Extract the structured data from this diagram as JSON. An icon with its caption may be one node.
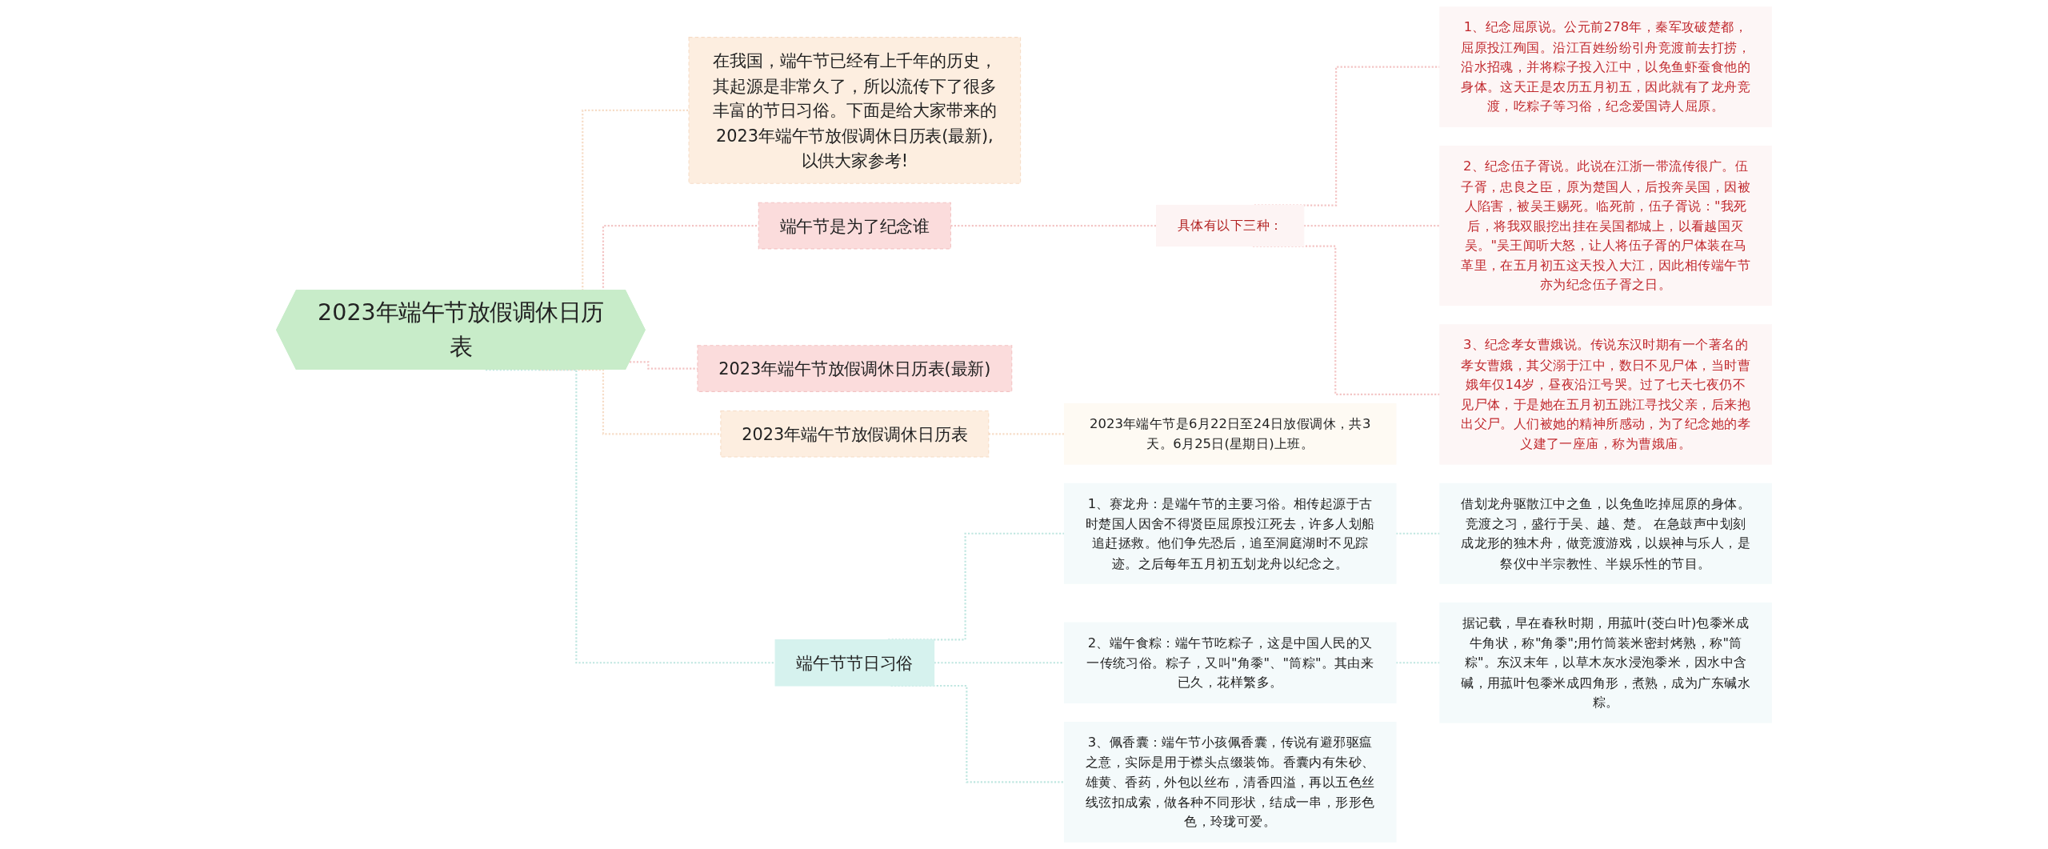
{
  "diagram": {
    "nodes": [
      {
        "text": [
          "2023年端午节放假调休日历表"
        ]
      },
      {
        "text": [
          "在我国，端午节已经有上千年的历史，其起源是非常久了，所以流传下了很多丰富的节日习俗。下面是给大家带来的2023年端午节放假调休日历表(最新),以供大家参考!"
        ]
      },
      {
        "text": [
          "端午节是为了纪念谁"
        ]
      },
      {
        "text": [
          "具体有以下三种："
        ]
      },
      {
        "text": [
          "1、纪念屈原说。公元前278年，秦军攻破楚都，屈原投江殉国。沿江百姓纷纷引舟竞渡前去打捞，沿水招魂，并将粽子投入江中，以免鱼虾蚕食他的身体。这天正是农历五月初五，因此就有了龙舟竞渡，吃粽子等习俗，纪念爱国诗人屈原。"
        ]
      },
      {
        "text": [
          "2、纪念伍子胥说。此说在江浙一带流传很广。伍子胥，忠良之臣，原为楚国人，后投奔吴国，因被人陷害，被吴王赐死。临死前，伍子胥说：\"我死后，将我双眼挖出挂在吴国都城上，以看越国灭吴。\"吴王闻听大怒，让人将伍子胥的尸体装在马革里，在五月初五这天投入大江，因此相传端午节亦为纪念伍子胥之日。"
        ]
      },
      {
        "text": [
          "3、纪念孝女曹娥说。传说东汉时期有一个著名的孝女曹娥，其父溺于江中，数日不见尸体，当时曹娥年仅14岁，昼夜沿江号哭。过了七天七夜仍不见尸体，于是她在五月初五跳江寻找父亲，后来抱出父尸。人们被她的精神所感动，为了纪念她的孝义建了一座庙，称为曹娥庙。"
        ]
      },
      {
        "text": [
          "2023年端午节放假调休日历表(最新)"
        ]
      },
      {
        "text": [
          "2023年端午节放假调休日历表"
        ]
      },
      {
        "text": [
          "2023年端午节是6月22日至24日放假调休，共3天。6月25日(星期日)上班。"
        ]
      },
      {
        "text": [
          "端午节节日习俗"
        ]
      },
      {
        "text": [
          "1、赛龙舟：是端午节的主要习俗。相传起源于古时楚国人因舍不得贤臣屈原投江死去，许多人划船追赶拯救。他们争先恐后，追至洞庭湖时不见踪迹。之后每年五月初五划龙舟以纪念之。"
        ]
      },
      {
        "text": [
          "借划龙舟驱散江中之鱼，以免鱼吃掉屈原的身体。竞渡之习，盛行于吴、越、楚。 在急鼓声中划刻成龙形的独木舟，做竞渡游戏，以娱神与乐人，是祭仪中半宗教性、半娱乐性的节目。"
        ]
      },
      {
        "text": [
          "2、端午食粽：端午节吃粽子，这是中国人民的又一传统习俗。粽子，又叫\"角黍\"、\"筒粽\"。其由来已久，花样繁多。"
        ]
      },
      {
        "text": [
          "据记载，早在春秋时期，用菰叶(茭白叶)包黍米成牛角状，称\"角黍\";用竹筒装米密封烤熟，称\"筒粽\"。东汉末年，以草木灰水浸泡黍米，因水中含碱，用菰叶包黍米成四角形，煮熟，成为广东碱水粽。"
        ]
      },
      {
        "text": [
          "3、佩香囊：端午节小孩佩香囊，传说有避邪驱瘟之意，实际是用于襟头点缀装饰。香囊内有朱砂、雄黄、香药，外包以丝布，清香四溢，再以五色丝线弦扣成索，做各种不同形状，结成一串，形形色色，玲珑可爱。"
        ]
      }
    ],
    "edges": [
      {
        "from": 0,
        "to": 1,
        "arrow": "none",
        "style": "dashed",
        "color": "#f6dcc6"
      },
      {
        "from": 0,
        "to": 2,
        "arrow": "none",
        "style": "dashed",
        "color": "#f3c4c4"
      },
      {
        "from": 2,
        "to": 3,
        "arrow": "none",
        "style": "dashed",
        "color": "#f3c4c4"
      },
      {
        "from": 3,
        "to": 4,
        "arrow": "none",
        "style": "dashed",
        "color": "#f3c4c4"
      },
      {
        "from": 3,
        "to": 5,
        "arrow": "none",
        "style": "dashed",
        "color": "#f3c4c4"
      },
      {
        "from": 3,
        "to": 6,
        "arrow": "none",
        "style": "dashed",
        "color": "#f3c4c4"
      },
      {
        "from": 0,
        "to": 7,
        "arrow": "none",
        "style": "dashed",
        "color": "#f3c4c4"
      },
      {
        "from": 0,
        "to": 8,
        "arrow": "none",
        "style": "dashed",
        "color": "#f6dcc6"
      },
      {
        "from": 8,
        "to": 9,
        "arrow": "none",
        "style": "dashed",
        "color": "#f6dcc6"
      },
      {
        "from": 0,
        "to": 10,
        "arrow": "none",
        "style": "dashed",
        "color": "#bfe6e0"
      },
      {
        "from": 10,
        "to": 11,
        "arrow": "none",
        "style": "dashed",
        "color": "#bfe6e0"
      },
      {
        "from": 11,
        "to": 12,
        "arrow": "none",
        "style": "dashed",
        "color": "#bfe6e0"
      },
      {
        "from": 10,
        "to": 13,
        "arrow": "none",
        "style": "dashed",
        "color": "#bfe6e0"
      },
      {
        "from": 13,
        "to": 14,
        "arrow": "none",
        "style": "dashed",
        "color": "#bfe6e0"
      },
      {
        "from": 10,
        "to": 15,
        "arrow": "none",
        "style": "dashed",
        "color": "#bfe6e0"
      }
    ]
  }
}
